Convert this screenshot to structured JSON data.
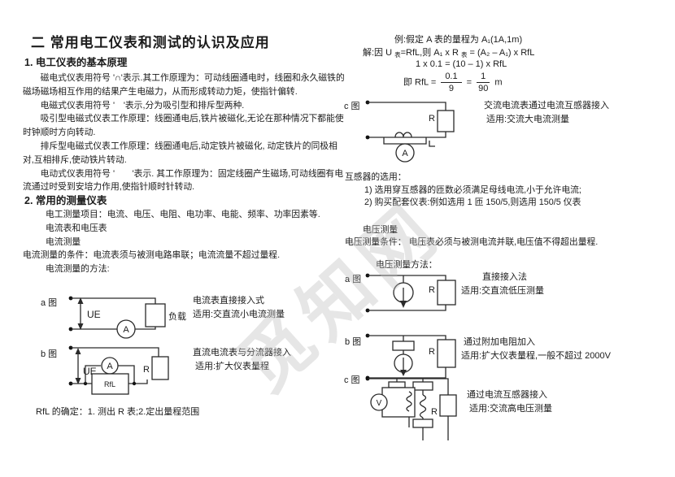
{
  "page": {
    "title": "二 常用电工仪表和测试的认识及应用",
    "watermark": "觅知网"
  },
  "left": {
    "section1": {
      "heading": "1.  电工仪表的基本原理",
      "paragraphs": [
        "磁电式仪表用符号 '∩'表示.其工作原理为：可动线圈通电时，线圈和永久磁铁的磁场磁场相互作用的结果产生电磁力，从而形成转动力矩，使指针偏转.",
        "电磁式仪表用符号 '　'表示,分为吸引型和排斥型两种.",
        "吸引型电磁式仪表工作原理：线圈通电后,铁片被磁化,无论在那种情况下都能使时钟顺时方向转动.",
        "排斥型电磁式仪表工作原理：线圈通电后,动定铁片被磁化, 动定铁片的同极相对,互相排斥,使动铁片转动.",
        "电动式仪表用符号 '　　'表示. 其工作原理为：固定线圈产生磁场,可动线圈有电流通过时受到安培力作用,使指针顺时针转动."
      ]
    },
    "section2": {
      "heading": "2.  常用的测量仪表",
      "items_line": "电工测量项目：电流、电压、电阻、电功率、电能、频率、功率因素等.",
      "meters_line": "电流表和电压表",
      "current_line": "电流测量",
      "condition_line": "电流测量的条件：电流表须与被测电路串联；电流流量不超过量程.",
      "methods_line": "电流测量的方法:"
    },
    "figure_a": {
      "label": "a 图",
      "ue": "UE",
      "meter": "A",
      "load": "负载",
      "caption1": "电流表直接接入式",
      "caption2": "适用:交直流小电流测量"
    },
    "figure_b": {
      "label": "b 图",
      "ue": "UE",
      "meter": "A",
      "r": "R",
      "rfl": "RfL",
      "caption1": "直流电流表与分流器接入",
      "caption2": "适用:扩大仪表量程"
    },
    "rfl_note": "RfL 的确定：1. 测出 R 表;2.定出量程范围"
  },
  "right": {
    "example": {
      "line1": "例:假定 A 表的量程为 A₁(1A,1m)",
      "line2_parts": [
        "解:因 U ",
        "表",
        "=RfL,则 A₁ x R ",
        "表",
        " = (A₂ – A₁) x RfL"
      ],
      "line3": "1 x 0.1 = (10 – 1) x RfL",
      "line4_prefix": "即 RfL =",
      "frac1_num": "0.1",
      "frac1_den": "9",
      "equals": "=",
      "frac2_num": "1",
      "frac2_den": "90",
      "unit": "m"
    },
    "figure_c_current": {
      "label": "c 图",
      "r": "R",
      "meter": "A",
      "caption1": "交流电流表通过电流互感器接入",
      "caption2": "适用:交流大电流测量"
    },
    "transformer": {
      "heading": "互感器的选用：",
      "item1": "1)   选用穿互感器的匝数必须满足母线电流,小于允许电流;",
      "item2": "2)   购买配套仪表:例如选用 1 匝 150/5,则选用 150/5 仪表"
    },
    "voltage": {
      "subheading": "电压测量",
      "condition": "电压测量条件： 电压表必须与被测电流并联,电压值不得超出量程.",
      "methods_heading": "电压测量方法："
    },
    "figure_a_voltage": {
      "label": "a 图",
      "r": "R",
      "caption1": "直接接入法",
      "caption2": "适用:交直流低压测量"
    },
    "figure_b_voltage": {
      "label": "b 图",
      "r": "R",
      "caption1": "通过附加电阻加入",
      "caption2": "适用:扩大仪表量程,一般不超过 2000V"
    },
    "figure_c_voltage": {
      "label": "c 图",
      "r": "R",
      "meter": "V",
      "caption1": "通过电流互感器接入",
      "caption2": "适用:交流高电压测量"
    }
  }
}
